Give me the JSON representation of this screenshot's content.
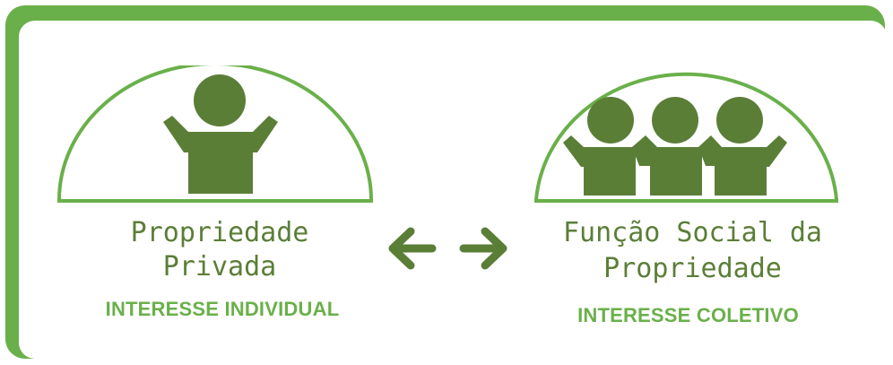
{
  "colors": {
    "border_green": "#6ab04a",
    "figure_green": "#5b7e37",
    "text_dark_green": "#5b7e37",
    "text_light_green": "#6ab04a",
    "background": "#ffffff"
  },
  "left": {
    "title_line1": "Propriedade",
    "title_line2": "Privada",
    "subtitle": "INTERESSE INDIVIDUAL",
    "icon": "single-person-icon"
  },
  "center": {
    "arrow_left_icon": "arrow-left-icon",
    "arrow_right_icon": "arrow-right-icon"
  },
  "right": {
    "title_line1": "Função Social da",
    "title_line2": "Propriedade",
    "subtitle": "INTERESSE COLETIVO",
    "icon": "three-people-icon"
  }
}
